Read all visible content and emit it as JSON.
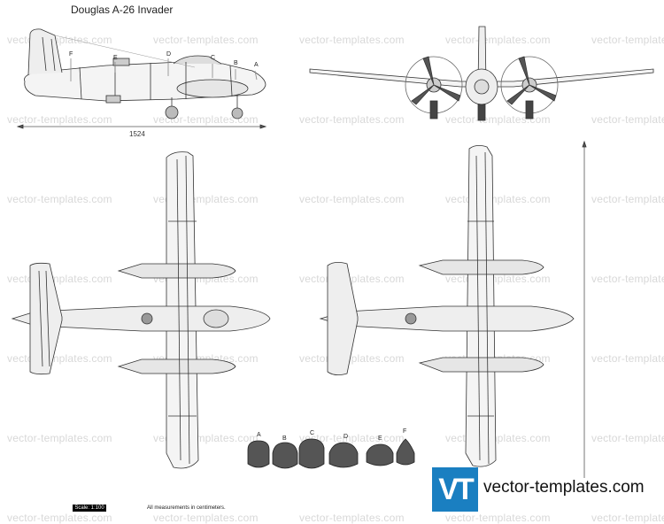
{
  "title": "Douglas A-26 Invader",
  "watermark_text": "vector-templates.com",
  "logo": {
    "mark": "VT",
    "text": "vector-templates.com",
    "color": "#1a7fc1"
  },
  "scale_label": "Scale: 1:100",
  "measurement_note": "All measurements in centimeters.",
  "length_label": "1524",
  "side_labels": [
    "A",
    "B",
    "C",
    "D",
    "E",
    "F"
  ],
  "section_labels": [
    "A",
    "B",
    "C",
    "D",
    "E",
    "F"
  ]
}
